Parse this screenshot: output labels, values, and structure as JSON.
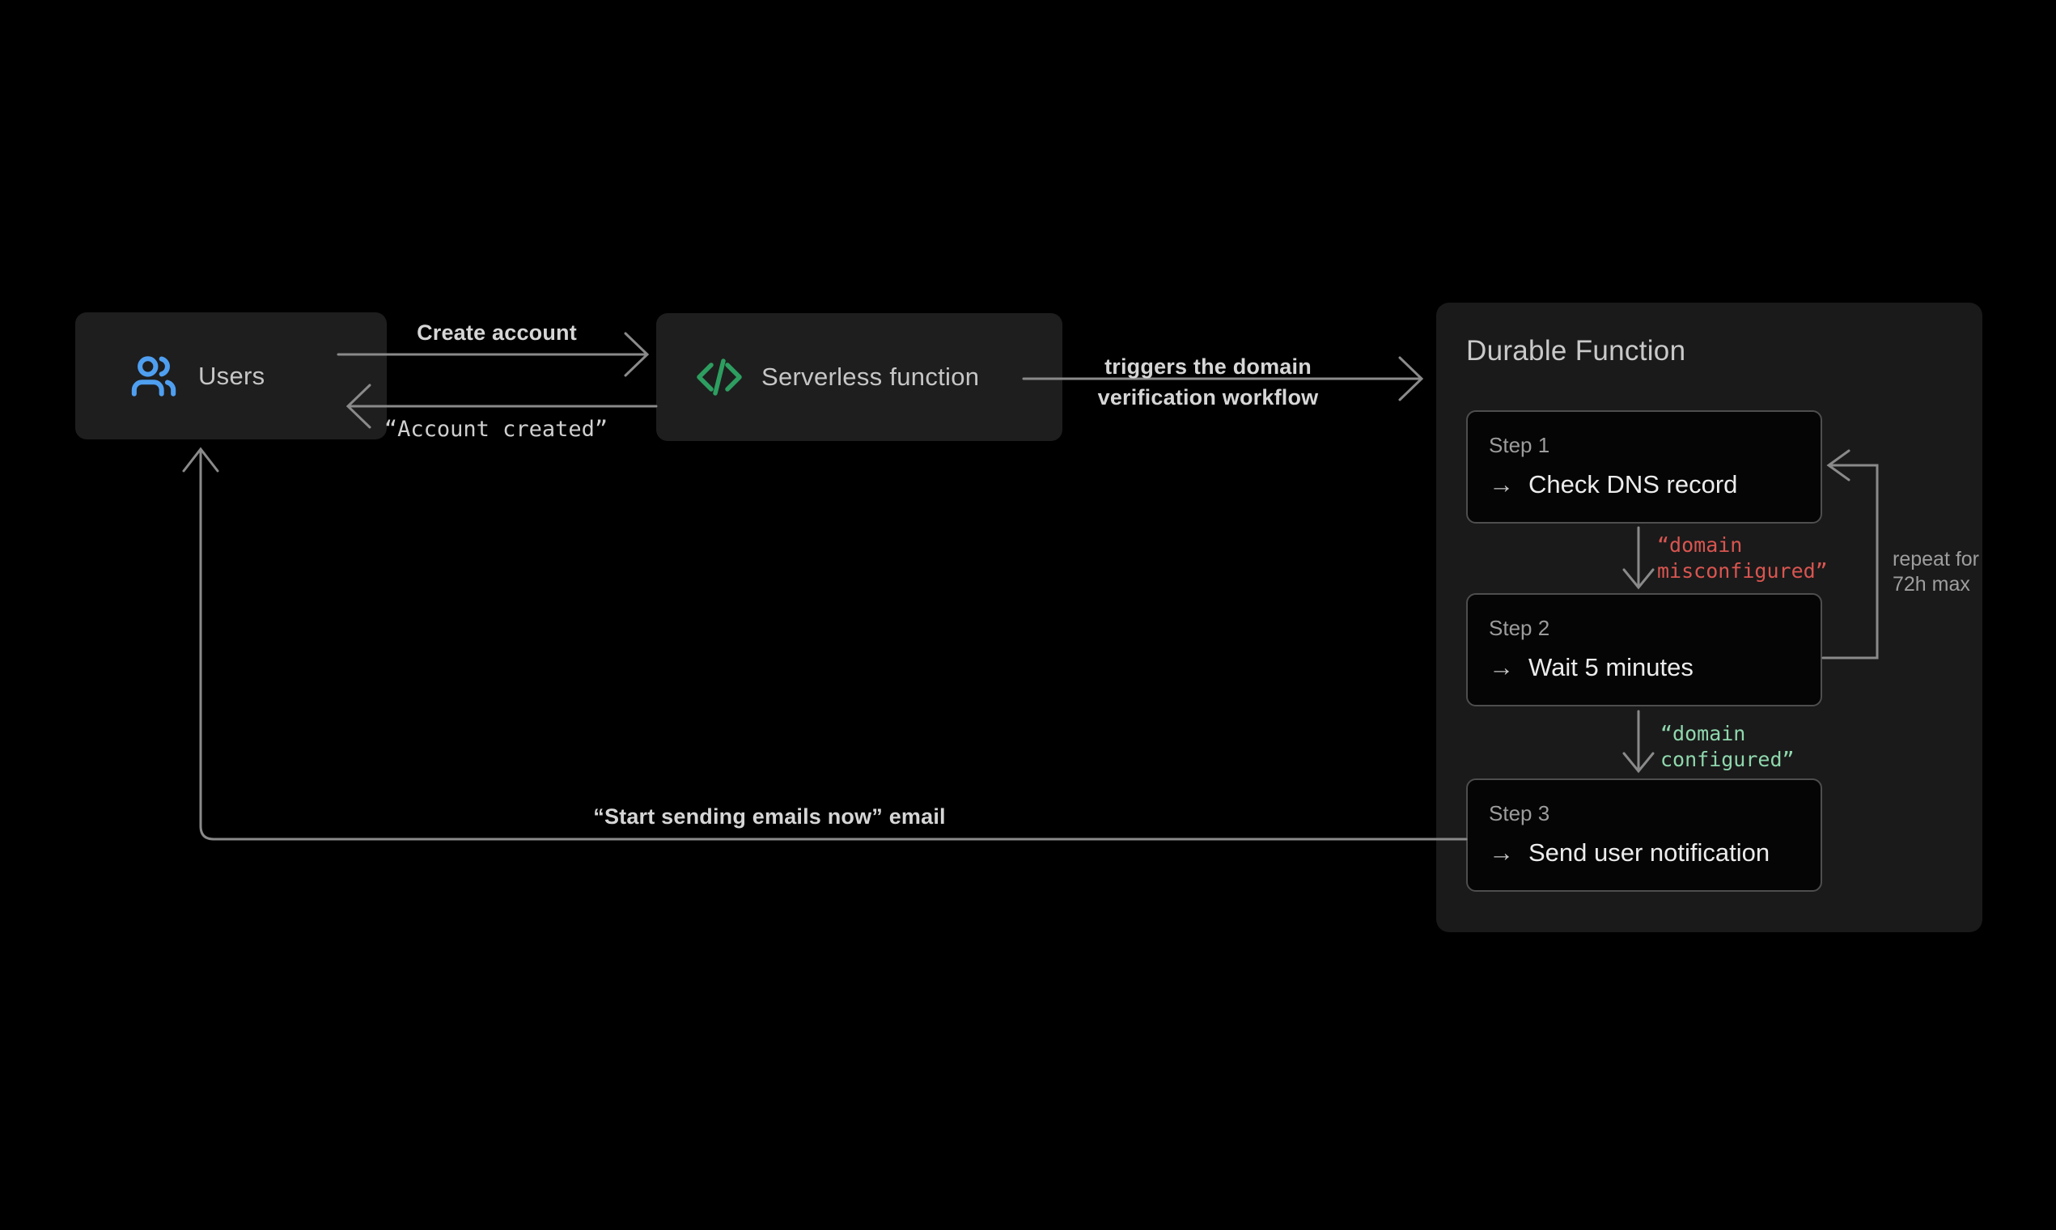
{
  "diagram": {
    "background": "#000000",
    "nodes": {
      "users": {
        "label": "Users",
        "icon": "users-icon",
        "icon_color": "#4f9ff0"
      },
      "serverless": {
        "label": "Serverless function",
        "icon": "code-icon",
        "icon_color": "#2d9e60"
      },
      "durable": {
        "title": "Durable Function",
        "steps": [
          {
            "label": "Step 1",
            "arrow_glyph": "→",
            "action": "Check DNS record"
          },
          {
            "label": "Step 2",
            "arrow_glyph": "→",
            "action": "Wait 5 minutes"
          },
          {
            "label": "Step 3",
            "arrow_glyph": "→",
            "action": "Send user notification"
          }
        ]
      }
    },
    "edges": {
      "create_account": {
        "label": "Create account"
      },
      "account_created": {
        "label": "“Account created”"
      },
      "triggers": {
        "line1": "triggers the domain",
        "line2": "verification workflow"
      },
      "domain_misconfigured": {
        "line1": "“domain",
        "line2": "misconfigured”",
        "color": "#d95550"
      },
      "domain_configured": {
        "line1": "“domain",
        "line2": "configured”",
        "color": "#8fd7ad"
      },
      "repeat_note": {
        "line1": "repeat for",
        "line2": "72h max"
      },
      "email": {
        "label": "“Start sending emails now” email"
      }
    },
    "line_color": "#8a8a8a"
  }
}
